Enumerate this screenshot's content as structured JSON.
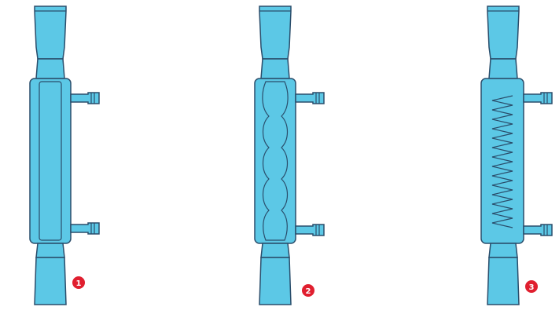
{
  "colors": {
    "glass": "#5cc8e6",
    "glass_light": "#86d9ef",
    "outline": "#2a4d6b",
    "badge": "#e01f2f",
    "background": "#ffffff"
  },
  "condensers": [
    {
      "type": "straight-condenser",
      "number": "1"
    },
    {
      "type": "bulb-condenser",
      "number": "2"
    },
    {
      "type": "coil-condenser",
      "number": "3"
    }
  ]
}
